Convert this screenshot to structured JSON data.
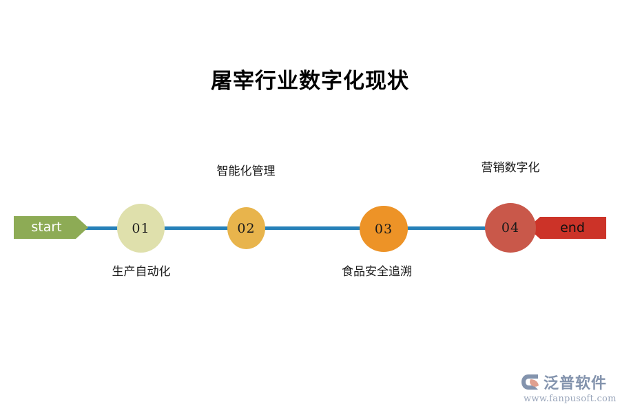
{
  "page": {
    "title": "屠宰行业数字化现状",
    "background_color": "#ffffff"
  },
  "timeline": {
    "line_color": "#2680b8",
    "start": {
      "label": "start",
      "fill": "#8dab55",
      "text_color": "#ffffff"
    },
    "end": {
      "label": "end",
      "fill": "#cc3328",
      "text_color": "#111111"
    },
    "nodes": [
      {
        "number": "01",
        "caption": "生产自动化",
        "caption_position": "below",
        "fill": "#dfe0ac",
        "number_color": "#1a1a1a"
      },
      {
        "number": "02",
        "caption": "智能化管理",
        "caption_position": "above",
        "fill": "#e8b44c",
        "number_color": "#1a1a1a"
      },
      {
        "number": "03",
        "caption": "食品安全追溯",
        "caption_position": "below",
        "fill": "#ed9327",
        "number_color": "#1a1a1a"
      },
      {
        "number": "04",
        "caption": "营销数字化",
        "caption_position": "above",
        "fill": "#c9584a",
        "number_color": "#1a1a1a"
      }
    ]
  },
  "watermark": {
    "brand": "泛普软件",
    "url": "www.fanpusoft.com",
    "brand_color": "#8393ad",
    "accent_color": "#e0a090"
  }
}
